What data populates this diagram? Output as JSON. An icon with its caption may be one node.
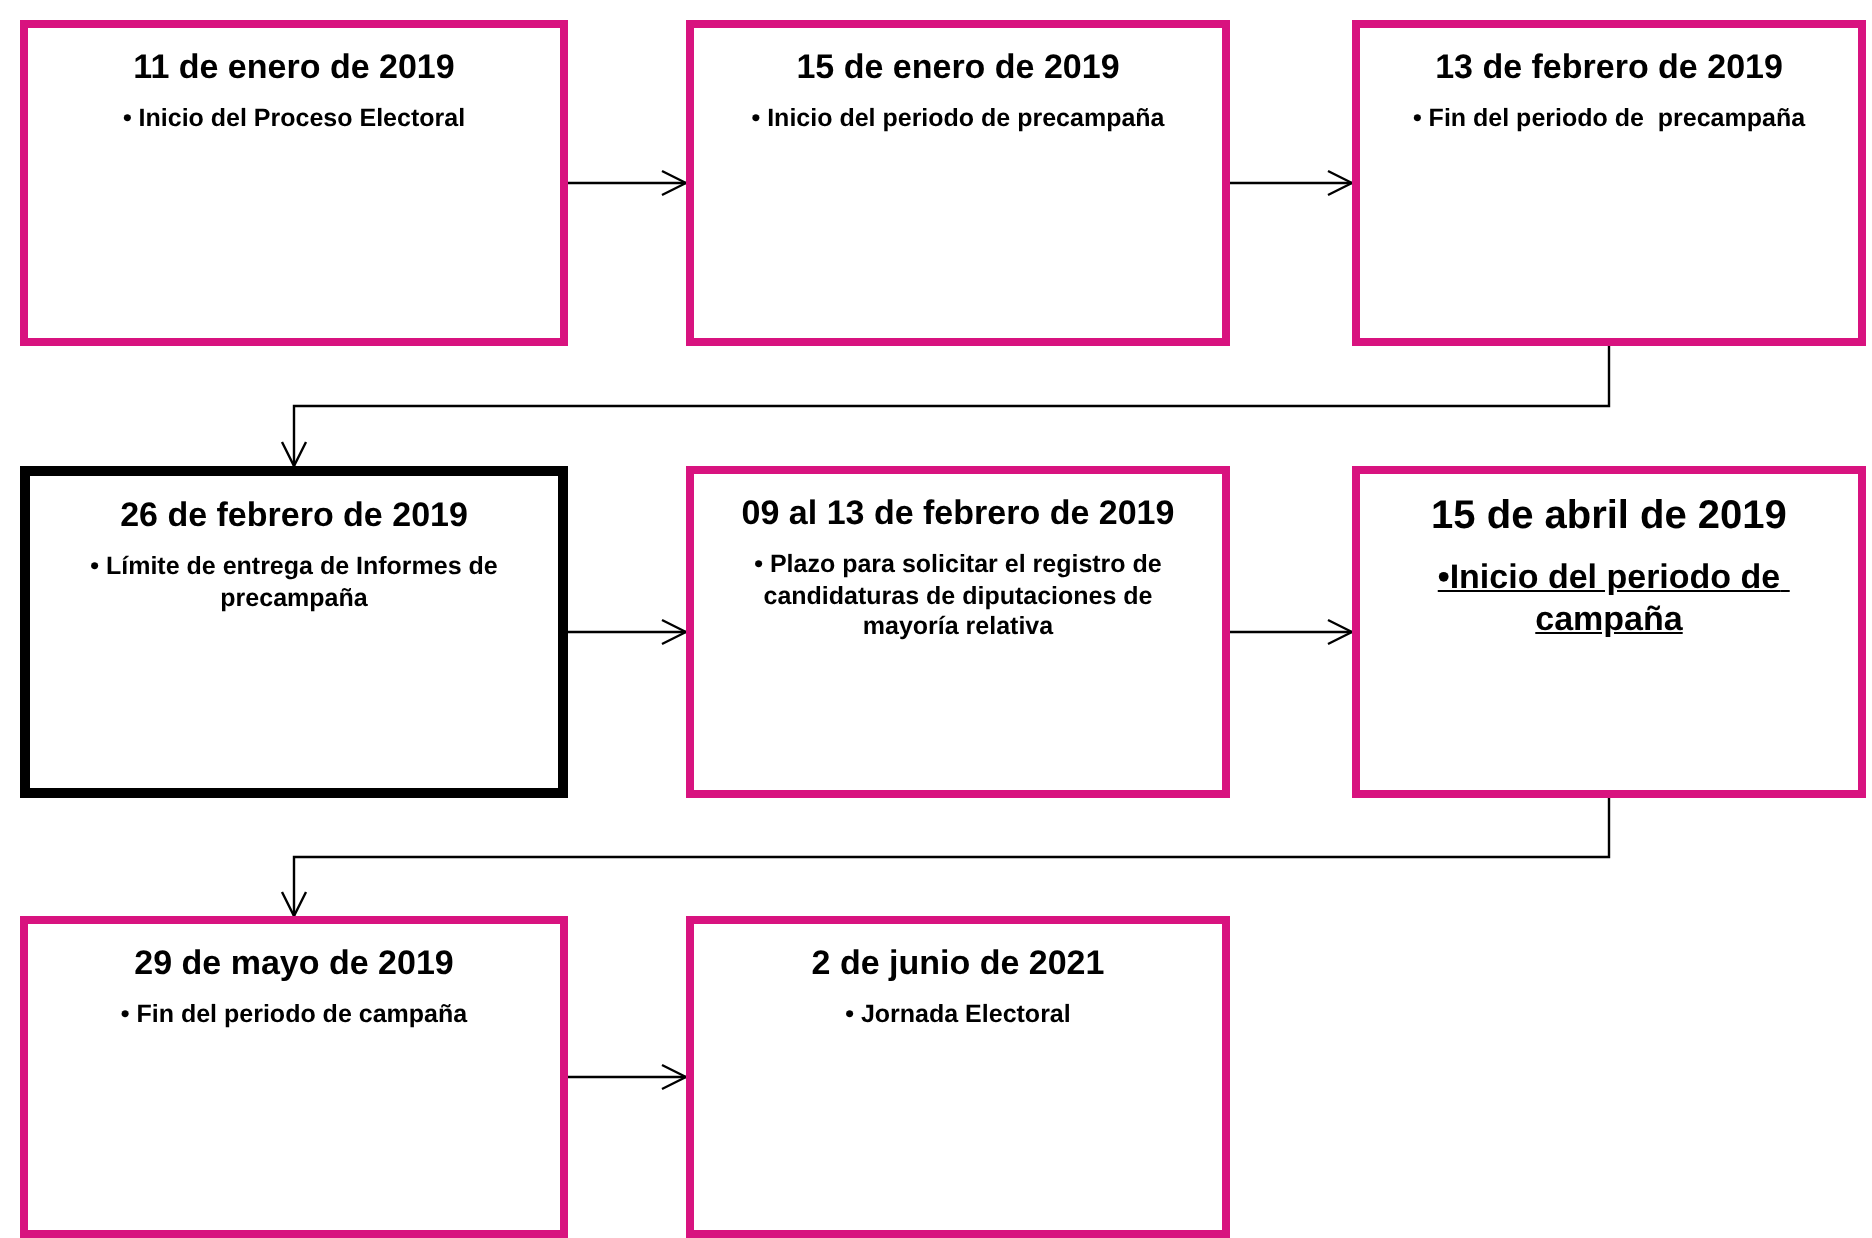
{
  "diagram": {
    "nodes": [
      {
        "text": [
          "11 de enero de 2019",
          "• Inicio del Proceso Electoral"
        ]
      },
      {
        "text": [
          "15 de enero de 2019",
          "• Inicio del periodo de precampaña"
        ]
      },
      {
        "text": [
          "13 de febrero de 2019",
          "• Fin del periodo de  precampaña"
        ]
      },
      {
        "text": [
          "26 de febrero de 2019",
          "• Límite de entrega de Informes de precampaña"
        ]
      },
      {
        "text": [
          "09 al 13 de febrero de 2019",
          "• Plazo para solicitar el registro de candidaturas de diputaciones de mayoría relativa"
        ]
      },
      {
        "text": [
          "15 de abril de 2019",
          "•Inicio del periodo de campaña"
        ]
      },
      {
        "text": [
          "29 de mayo de 2019",
          "• Fin del periodo de campaña"
        ]
      },
      {
        "text": [
          "2 de junio de 2021",
          "• Jornada Electoral"
        ]
      }
    ],
    "edges": [
      {
        "from": 0,
        "to": 1,
        "arrow": "to"
      },
      {
        "from": 1,
        "to": 2,
        "arrow": "to"
      },
      {
        "from": 2,
        "to": 3,
        "arrow": "to"
      },
      {
        "from": 3,
        "to": 4,
        "arrow": "to"
      },
      {
        "from": 4,
        "to": 5,
        "arrow": "to"
      },
      {
        "from": 5,
        "to": 6,
        "arrow": "to"
      },
      {
        "from": 6,
        "to": 7,
        "arrow": "to"
      }
    ]
  }
}
